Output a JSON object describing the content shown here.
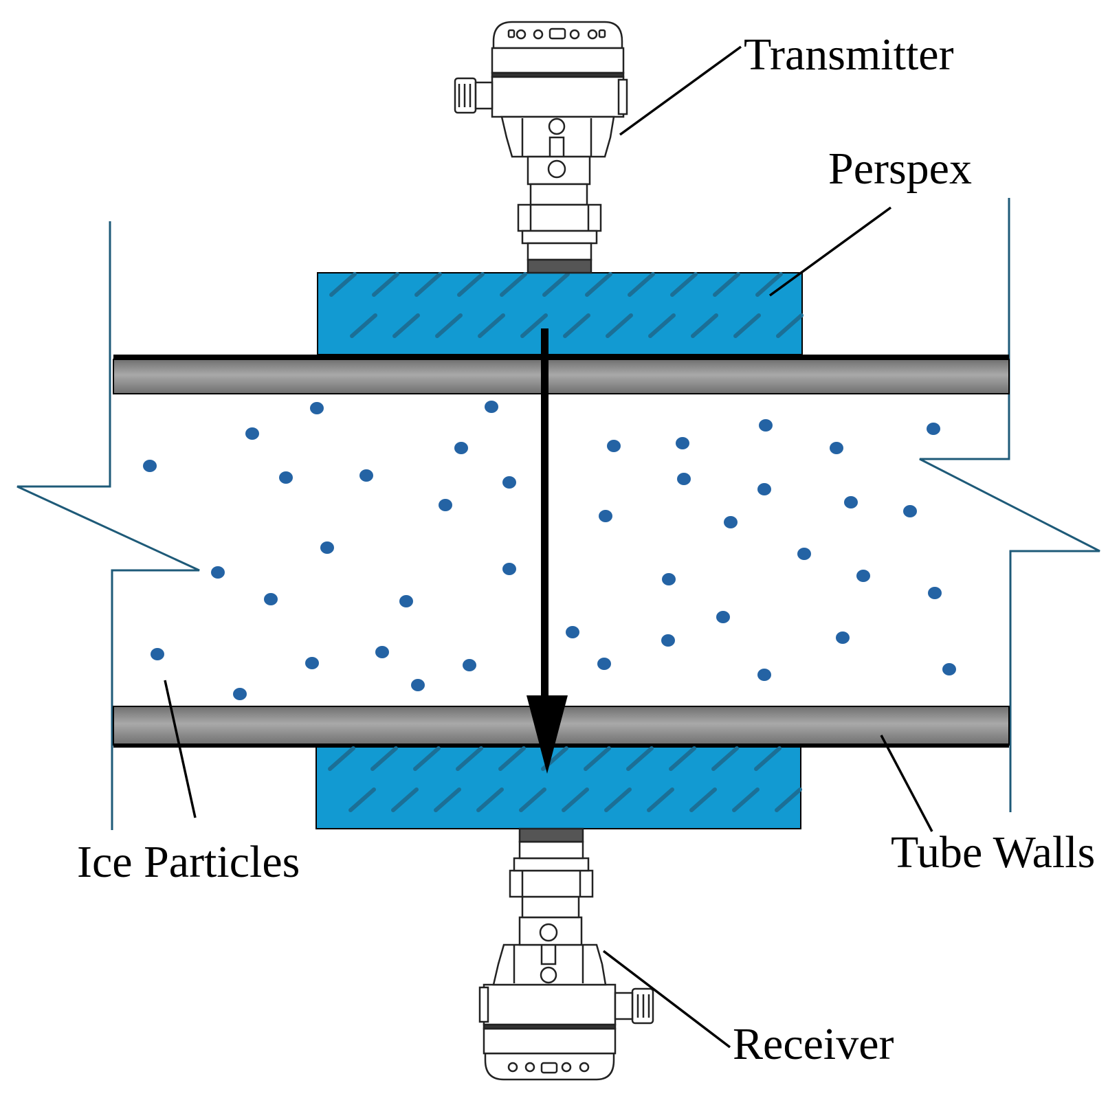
{
  "labels": {
    "transmitter": "Transmitter",
    "perspex": "Perspex",
    "ice_particles": "Ice Particles",
    "tube_walls": "Tube Walls",
    "receiver": "Receiver"
  },
  "colors": {
    "perspex_fill": "#129ad2",
    "perspex_hatch": "#1c6f96",
    "tube_wall": "#8a8a8a",
    "outline": "#1e5a78",
    "particle": "#2463a4",
    "line": "#000000"
  },
  "icons": {
    "transmitter": "ultrasonic-transducer-icon",
    "receiver": "ultrasonic-transducer-icon",
    "signal": "down-arrow-icon"
  }
}
